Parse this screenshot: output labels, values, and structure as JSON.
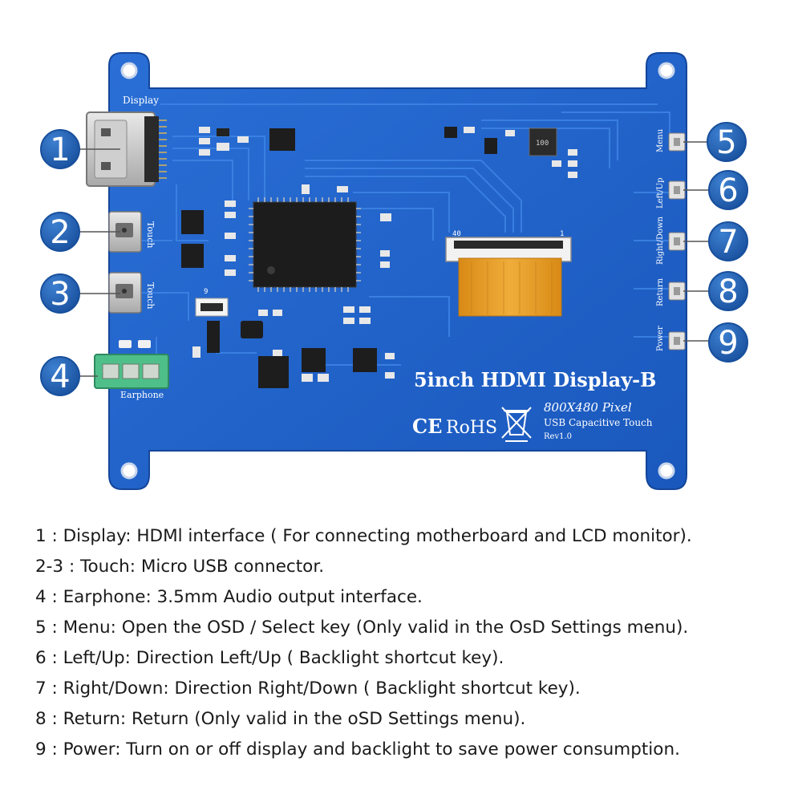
{
  "board": {
    "title": "5inch HDMI Display-B",
    "resolution": "800X480 Pixel",
    "touch_type": "USB Capacitive Touch",
    "revision": "Rev1.0",
    "ce_mark": "CE",
    "rohs_mark": "RoHS",
    "silk": {
      "display": "Display",
      "touch_1": "Touch",
      "touch_2": "Touch",
      "earphone": "Earphone",
      "menu": "Menu",
      "left_up": "Left/Up",
      "right_down": "Right/Down",
      "return": "Return",
      "power": "Power",
      "pin_40": "40",
      "pin_1": "1",
      "pin_9": "9",
      "inductor": "100"
    },
    "colors": {
      "pcb_blue": "#1e62c8",
      "callout_blue": "#1f5fb4",
      "terminal_green": "#4fbf8a",
      "ribbon_orange": "#e79a1f"
    }
  },
  "callouts": [
    {
      "number": "1"
    },
    {
      "number": "2"
    },
    {
      "number": "3"
    },
    {
      "number": "4"
    },
    {
      "number": "5"
    },
    {
      "number": "6"
    },
    {
      "number": "7"
    },
    {
      "number": "8"
    },
    {
      "number": "9"
    }
  ],
  "legend": [
    "1 : Display: HDMl interface ( For connecting motherboard and LCD monitor).",
    "2-3 : Touch: Micro USB connector.",
    "4 : Earphone: 3.5mm Audio output interface.",
    "5 : Menu: Open the OSD / Select key (Only valid in the OsD Settings menu).",
    "6 : Left/Up: Direction Left/Up ( Backlight shortcut key).",
    "7 : Right/Down: Direction Right/Down ( Backlight shortcut key).",
    "8 : Return: Return (Only valid in the oSD Settings menu).",
    "9 : Power: Turn on or off display and backlight to save power consumption."
  ]
}
